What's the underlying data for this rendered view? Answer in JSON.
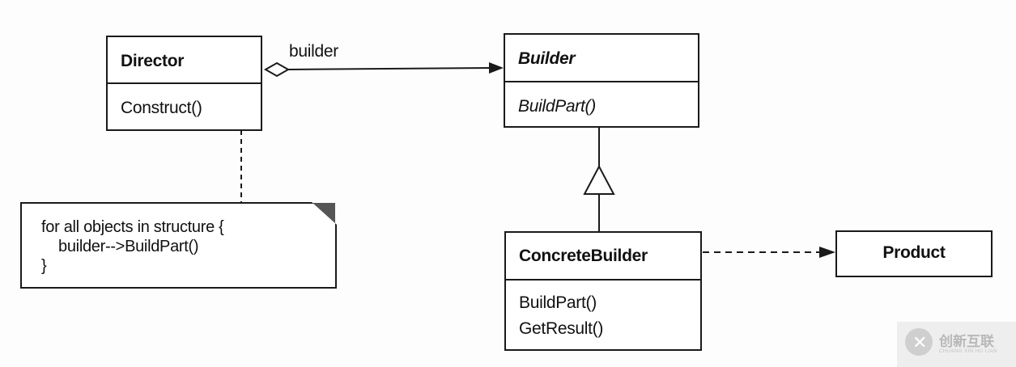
{
  "director": {
    "name": "Director",
    "operation": "Construct()"
  },
  "association_label": "builder",
  "note": {
    "line1": "for all objects in structure {",
    "line2": "    builder-->BuildPart()",
    "line3": "}"
  },
  "builder": {
    "name": "Builder",
    "operation": "BuildPart()"
  },
  "concrete_builder": {
    "name": "ConcreteBuilder",
    "operations": [
      "BuildPart()",
      "GetResult()"
    ]
  },
  "product": {
    "name": "Product"
  },
  "watermark": {
    "cn": "创新互联",
    "en": "CHUANG XIN HU LIAN"
  },
  "colors": {
    "line": "#1a1a1a",
    "background": "#fdfdfd"
  }
}
